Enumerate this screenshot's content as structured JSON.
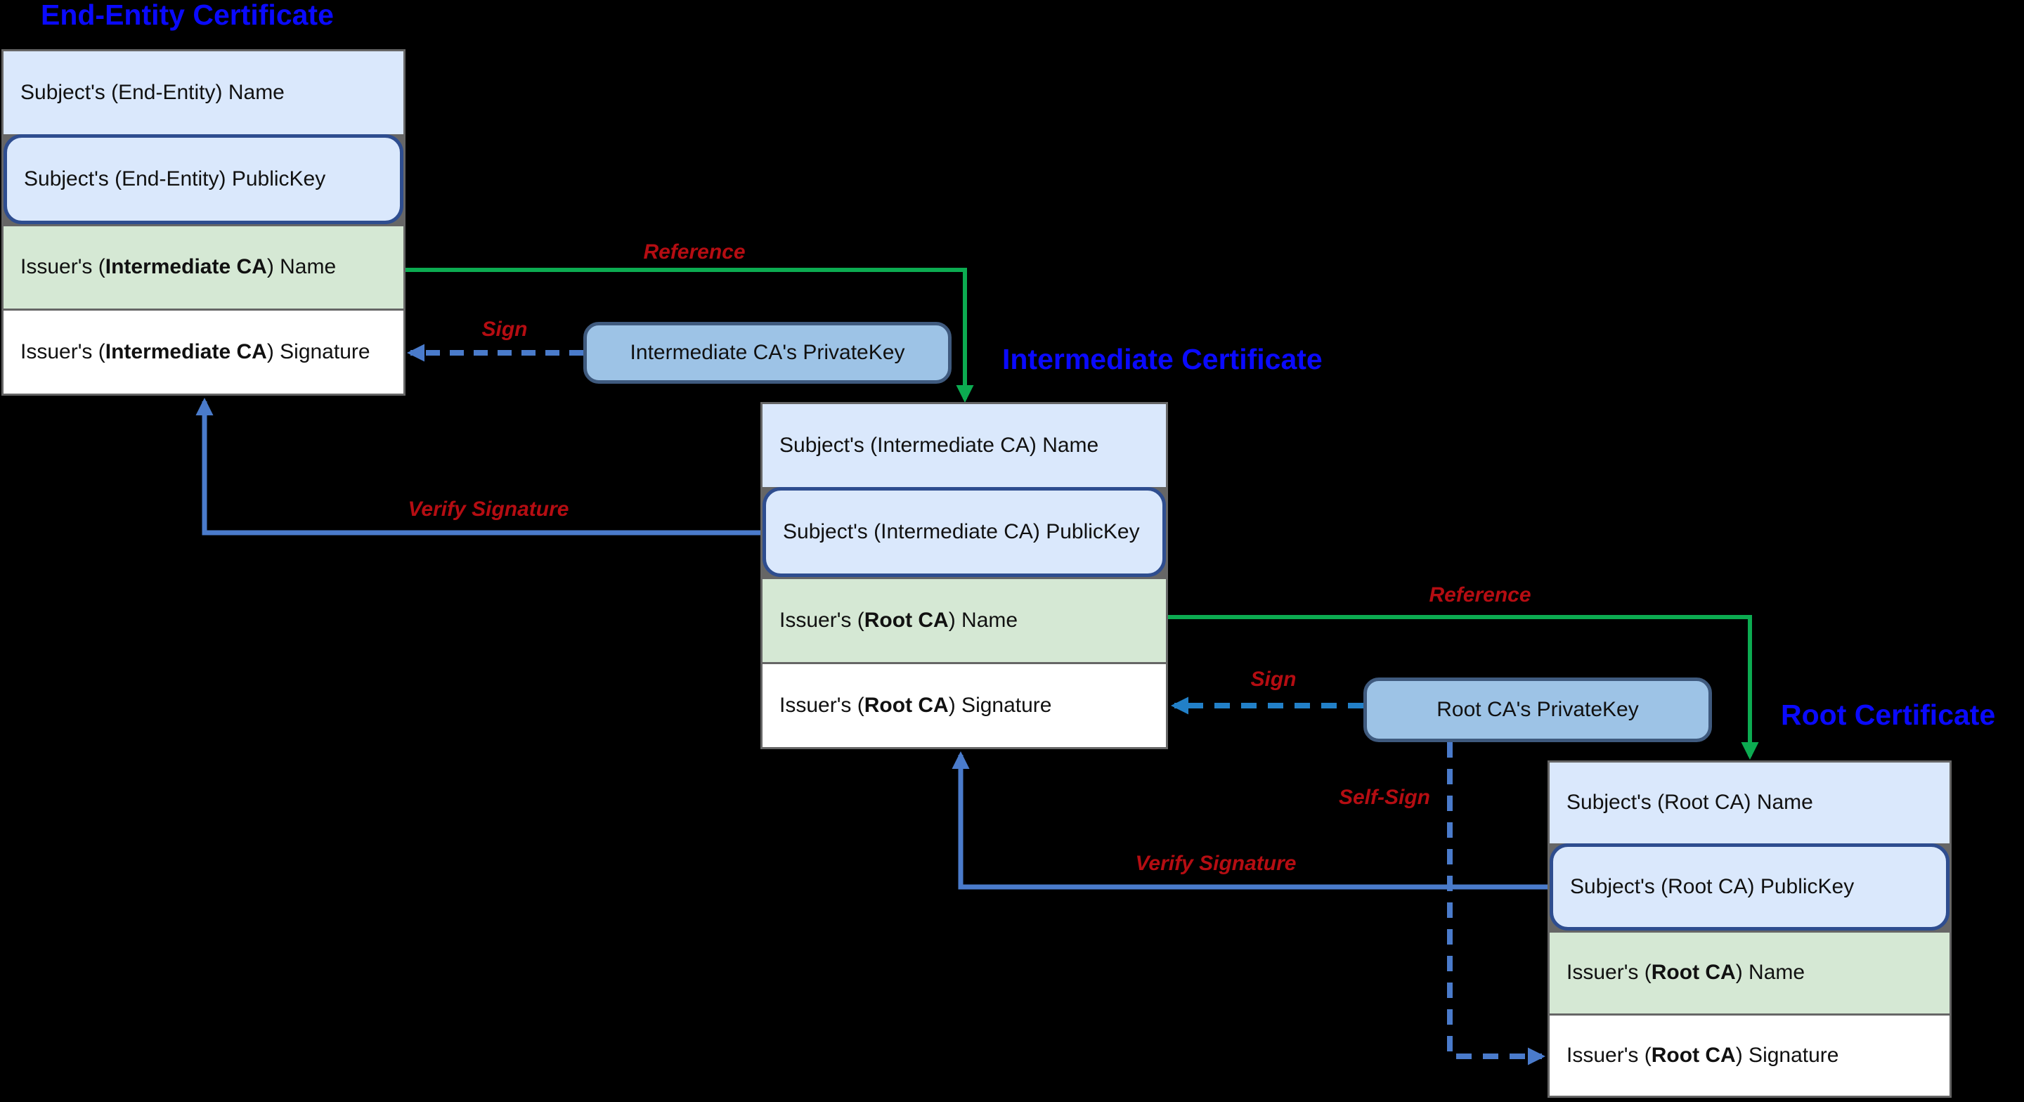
{
  "titles": {
    "end_entity": "End-Entity Certificate",
    "intermediate": "Intermediate Certificate",
    "root": "Root Certificate"
  },
  "certificates": [
    {
      "name": "end-entity-certificate",
      "rows": [
        {
          "pre": "Subject's (End-Entity) Name",
          "bold": "",
          "post": ""
        },
        {
          "pre": "Subject's (End-Entity) PublicKey",
          "bold": "",
          "post": ""
        },
        {
          "pre": "Issuer's (",
          "bold": "Intermediate CA",
          "post": ") Name"
        },
        {
          "pre": "Issuer's (",
          "bold": "Intermediate CA",
          "post": ") Signature"
        }
      ]
    },
    {
      "name": "intermediate-certificate",
      "rows": [
        {
          "pre": "Subject's (Intermediate CA) Name",
          "bold": "",
          "post": ""
        },
        {
          "pre": "Subject's (Intermediate CA) PublicKey",
          "bold": "",
          "post": ""
        },
        {
          "pre": "Issuer's (",
          "bold": "Root CA",
          "post": ") Name"
        },
        {
          "pre": "Issuer's (",
          "bold": "Root CA",
          "post": ") Signature"
        }
      ]
    },
    {
      "name": "root-certificate",
      "rows": [
        {
          "pre": "Subject's (Root CA) Name",
          "bold": "",
          "post": ""
        },
        {
          "pre": "Subject's (Root CA) PublicKey",
          "bold": "",
          "post": ""
        },
        {
          "pre": "Issuer's (",
          "bold": "Root CA",
          "post": ") Name"
        },
        {
          "pre": "Issuer's (",
          "bold": "Root CA",
          "post": ") Signature"
        }
      ]
    }
  ],
  "private_keys": {
    "intermediate": "Intermediate CA's PrivateKey",
    "root": "Root CA's PrivateKey"
  },
  "arrow_labels": {
    "reference1": "Reference",
    "sign1": "Sign",
    "verify1": "Verify Signature",
    "reference2": "Reference",
    "sign2": "Sign",
    "self_sign": "Self-Sign",
    "verify2": "Verify Signature"
  },
  "colors": {
    "background": "#000000",
    "title-blue": "#0a0aff",
    "label-red": "#b50d12",
    "row-blue-fill": "#dae8fc",
    "row-green-fill": "#d5e8d4",
    "row-white-fill": "#ffffff",
    "row-border": "#666666",
    "row-text": "#111111",
    "pubkey-border": "#2e4d8f",
    "privatekey-fill": "#9dc3e6",
    "privatekey-border": "#3f5a7e",
    "arrow-green": "#0cab51",
    "arrow-blue": "#4a7bcb",
    "arrow-azure": "#2280c8"
  }
}
